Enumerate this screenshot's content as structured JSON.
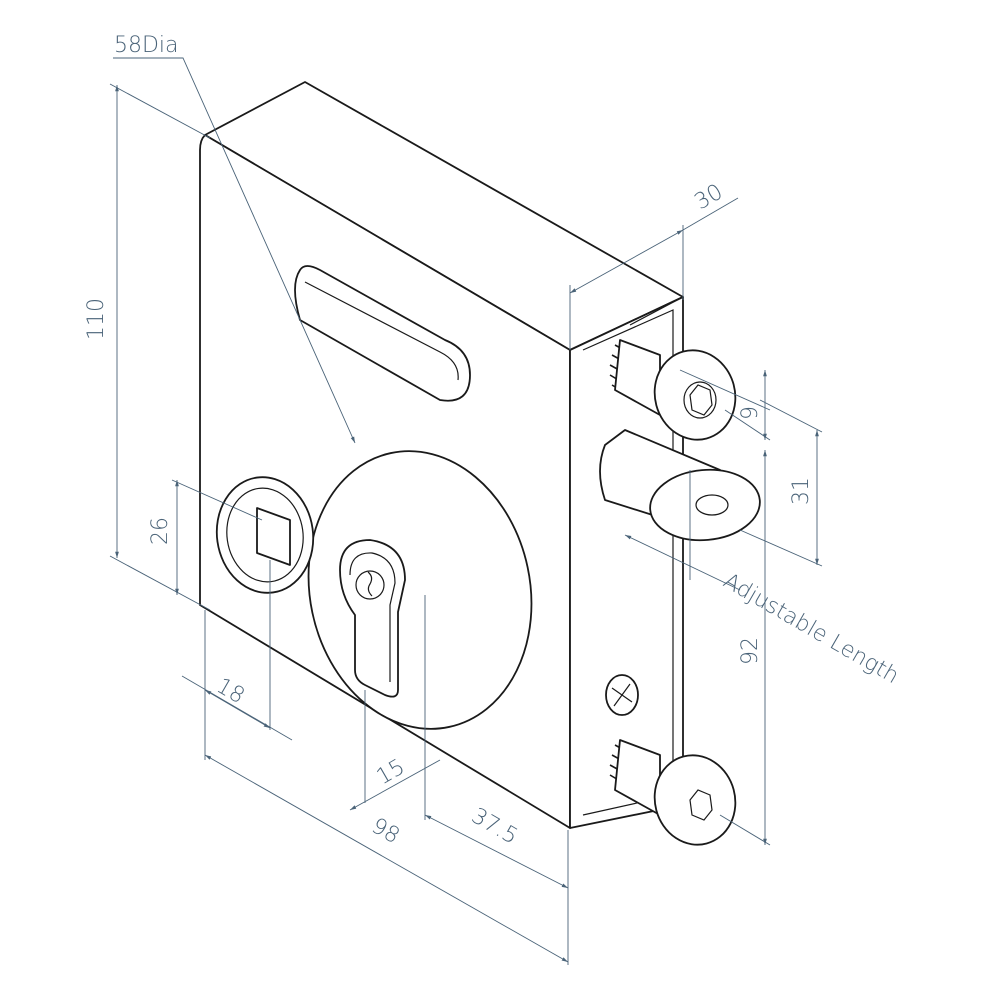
{
  "colors": {
    "line": "#1a1a1a",
    "dimension": "#4a6378",
    "background": "#ffffff"
  },
  "dimensions": {
    "dia": "58Dia",
    "height": "110",
    "depth": "30",
    "bolt_offset": "9",
    "bolt_spacing": "31",
    "adjustable": "Adjustable Length",
    "screw_spacing": "92",
    "spindle_height": "26",
    "spindle_offset": "18",
    "cylinder_offset": "15",
    "width": "98",
    "backset": "37.5"
  }
}
